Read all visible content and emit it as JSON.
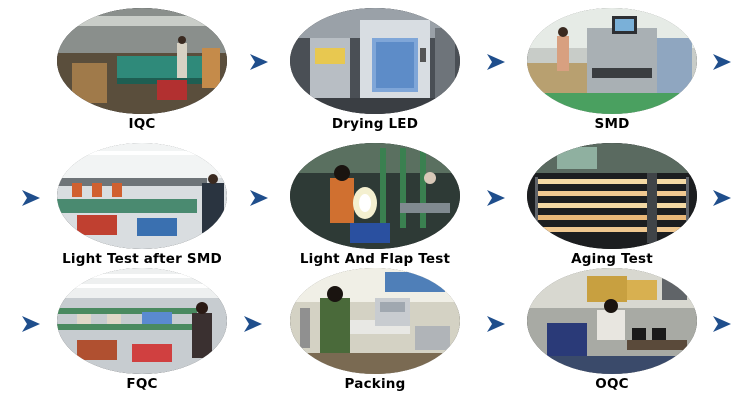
{
  "process_steps": [
    {
      "label": "IQC",
      "scene": "inspection-floor-scene"
    },
    {
      "label": "Drying LED",
      "scene": "drying-oven-scene"
    },
    {
      "label": "SMD",
      "scene": "smd-machine-scene"
    },
    {
      "label": "Light Test after SMD",
      "scene": "light-test-bench-scene"
    },
    {
      "label": "Light And Flap Test",
      "scene": "flap-test-scene"
    },
    {
      "label": "Aging Test",
      "scene": "aging-rack-scene"
    },
    {
      "label": "FQC",
      "scene": "final-inspection-line-scene"
    },
    {
      "label": "Packing",
      "scene": "packing-station-scene"
    },
    {
      "label": "OQC",
      "scene": "outgoing-inspection-scene"
    }
  ],
  "arrow_icon": "chevron-right-icon",
  "colors": {
    "arrow": "#1f4e8c",
    "label": "#000000",
    "background": "#ffffff"
  }
}
